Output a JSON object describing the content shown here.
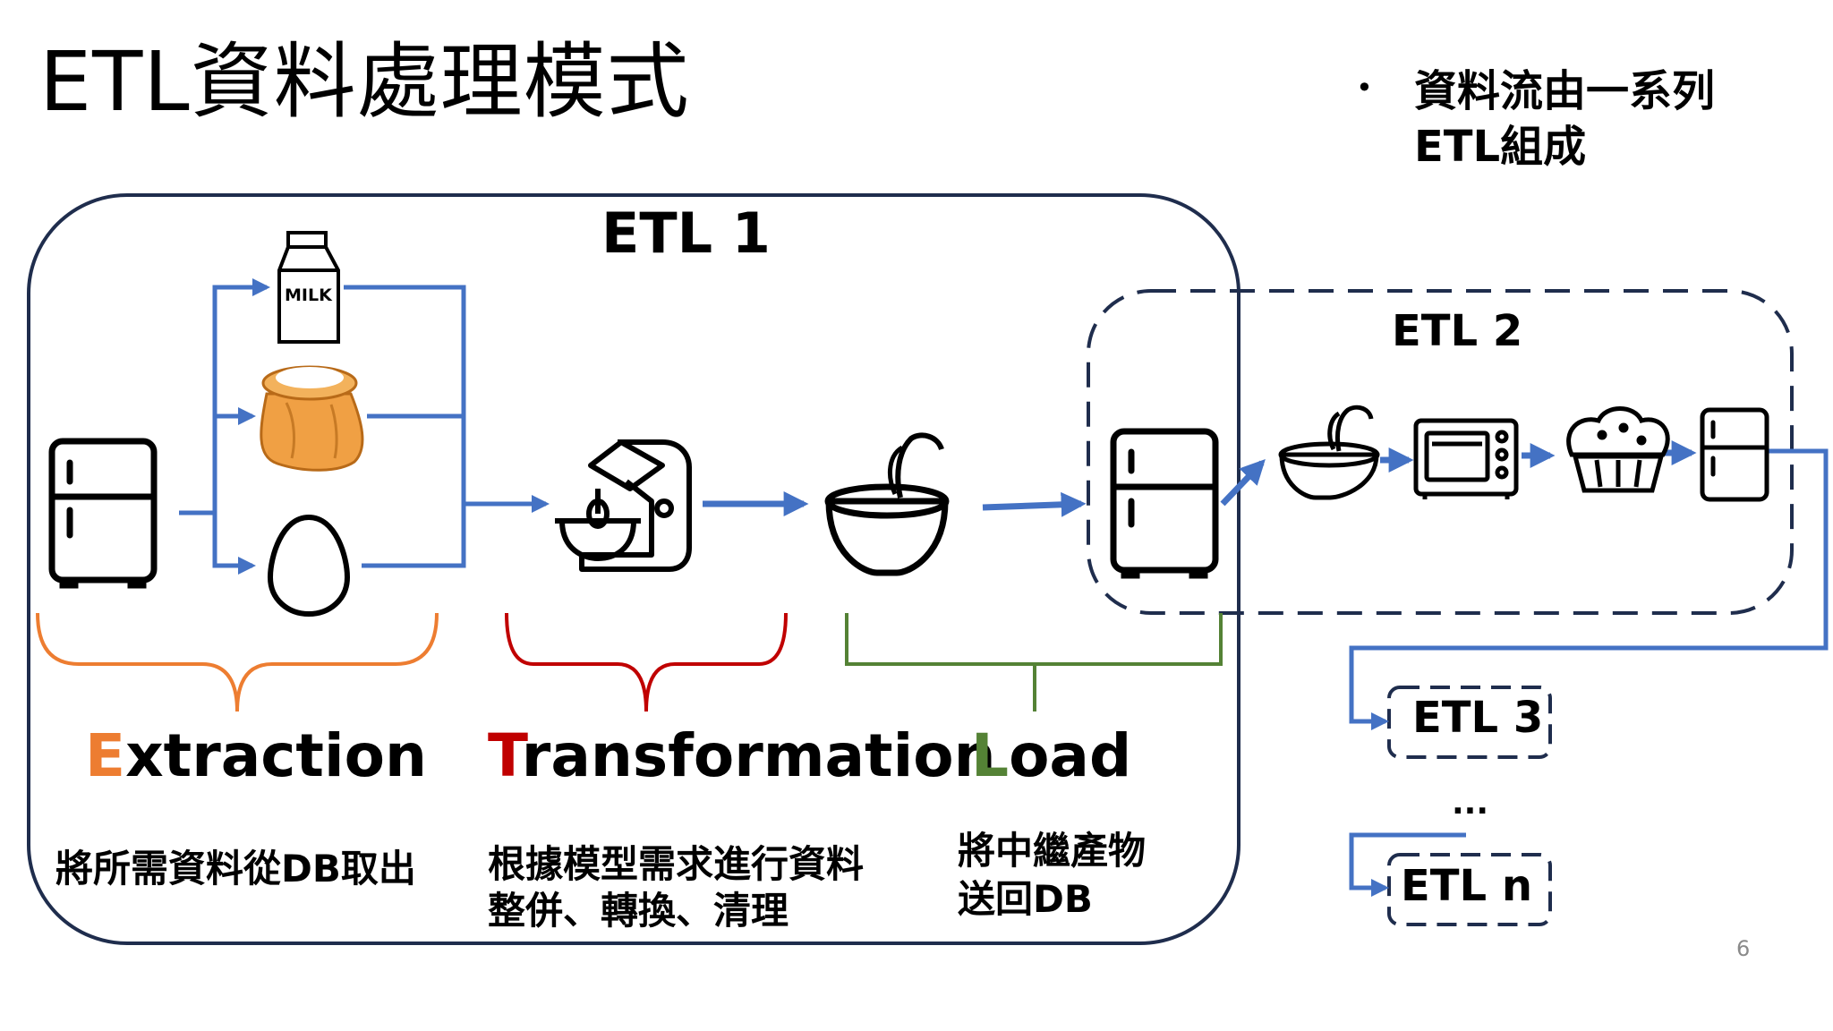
{
  "slide": {
    "title": "ETL資料處理模式",
    "bullet_line1": "資料流由一系列",
    "bullet_line2": "ETL組成",
    "page_number": "6"
  },
  "etl_blocks": {
    "etl1": "ETL 1",
    "etl2": "ETL 2",
    "etl3": "ETL 3",
    "ellipsis": "...",
    "etln": "ETL n"
  },
  "phases": {
    "extraction": {
      "initial": "E",
      "rest": "xtraction",
      "color": "#ED7D31",
      "desc": "將所需資料從DB取出"
    },
    "transformation": {
      "initial": "T",
      "rest": "ransformation",
      "color": "#C00000",
      "desc_line1": "根據模型需求進行資料",
      "desc_line2": "整併、轉換、清理"
    },
    "load": {
      "initial": "L",
      "rest": "oad",
      "color": "#548235",
      "desc_line1": "將中繼產物",
      "desc_line2": "送回DB"
    }
  },
  "icons": {
    "milk_label": "MILK",
    "list": [
      "fridge-icon",
      "milk-carton-icon",
      "flour-sack-icon",
      "egg-icon",
      "stand-mixer-icon",
      "mixing-bowl-icon",
      "oven-icon",
      "muffin-icon"
    ]
  },
  "colors": {
    "arrow_blue": "#4472C4",
    "frame_dark": "#1F2D4D"
  }
}
